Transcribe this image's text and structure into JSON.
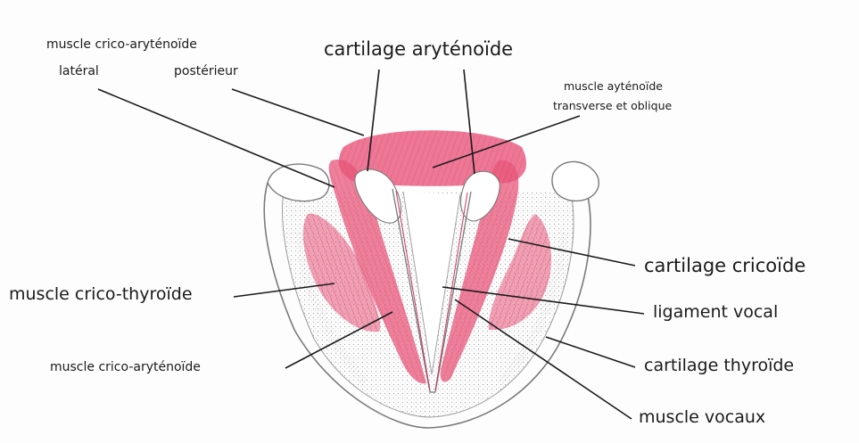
{
  "labels": {
    "crico_aryt_lateral_line1": "muscle crico-aryténoïde",
    "crico_aryt_lateral_line2": "latéral",
    "crico_aryt_posterieur": "postérieur",
    "cartilage_arytenoide": "cartilage aryténoïde",
    "aytenoide_line1": "muscle ayténoïde",
    "aytenoide_line2": "transverse et oblique",
    "cartilage_cricoide": "cartilage cricoïde",
    "muscle_crico_thyroide": "muscle crico-thyroïde",
    "ligament_vocal": "ligament vocal",
    "muscle_crico_arytenoide": "muscle crico-aryténoïde",
    "cartilage_thyroide": "cartilage thyroïde",
    "muscle_vocaux": "muscle vocaux"
  },
  "colors": {
    "muscle": "#e8557a",
    "muscle_light": "#f3a3b8",
    "cartilage_outline": "#7a7a7a",
    "leader": "#1a1a1a"
  }
}
